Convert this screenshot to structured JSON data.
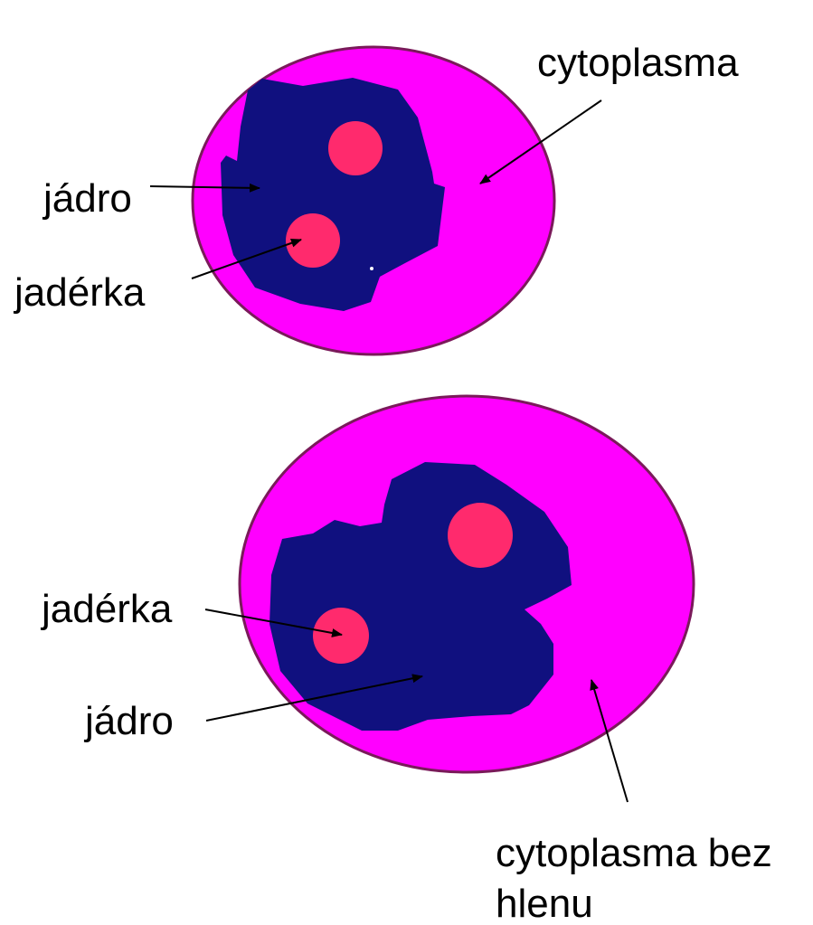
{
  "labels": {
    "cell1": {
      "cytoplasm": "cytoplasma",
      "nucleus": "jádro",
      "nucleoli": "jadérka"
    },
    "cell2": {
      "nucleoli": "jadérka",
      "nucleus": "jádro",
      "cytoplasm_line1": "cytoplasma bez",
      "cytoplasm_line2": "hlenu"
    }
  },
  "colors": {
    "cytoplasm": "#ff00ff",
    "cell_outline": "#7a1a5a",
    "nucleus": "#10107f",
    "nucleolus": "#ff2a6d",
    "arrow": "#000000"
  }
}
